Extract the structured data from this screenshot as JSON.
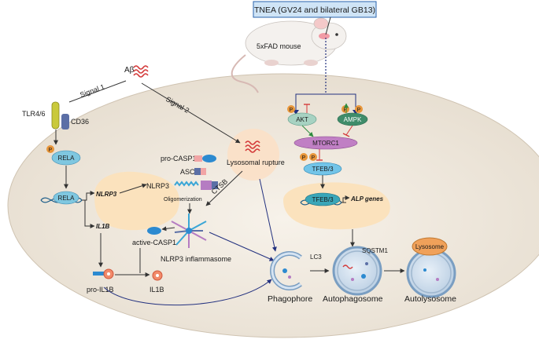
{
  "header": {
    "treatment": "TNEA (GV24 and bilateral GB13)",
    "model": "5xFAD mouse"
  },
  "signals": {
    "abeta": "Aβ",
    "signal1": "Signal 1",
    "signal2": "Signal 2"
  },
  "receptors": {
    "tlr": "TLR4/6",
    "cd36": "CD36"
  },
  "nucleus": {
    "rela_p": "RELA",
    "rela": "RELA",
    "nlrp3_gene": "NLRP3",
    "il1b_gene": "IL1B"
  },
  "inflammasome": {
    "pro_casp1": "pro-CASP1",
    "asc": "ASC",
    "nlrp3": "NLRP3",
    "oligomerization": "Oligomerization",
    "cstb": "CTSB",
    "active_casp1": "active-CASP1",
    "complex": "NLRP3 inflammasome",
    "pro_il1b": "pro-IL1B",
    "il1b": "IL1B",
    "lysosomal_rupture": "Lysosomal rupture"
  },
  "pathway": {
    "p": "P",
    "akt": "AKT",
    "ampk": "AMPK",
    "mtorc1": "MTORC1",
    "tfeb": "TFEB/3",
    "tfeb_nuclear": "TFEB/3",
    "alp_genes": "ALP genes"
  },
  "autophagy": {
    "lc3": "LC3",
    "sqstm1": "SQSTM1",
    "lysosome": "Lysosome",
    "phagophore": "Phagophore",
    "autophagosome": "Autophagosome",
    "autolysosome": "Autolysosome"
  },
  "colors": {
    "cell": "#efe8dc",
    "nucleus_blob": "#fbe4c4",
    "akt": "#a7d2c2",
    "ampk": "#3f8c6a",
    "mtorc1": "#c07fc4",
    "tfeb": "#72c4e8",
    "rela": "#7fc7e0",
    "phospho": "#e8963a",
    "tnea_box": "#cfe4f6",
    "tnea_border": "#2a63ad"
  }
}
